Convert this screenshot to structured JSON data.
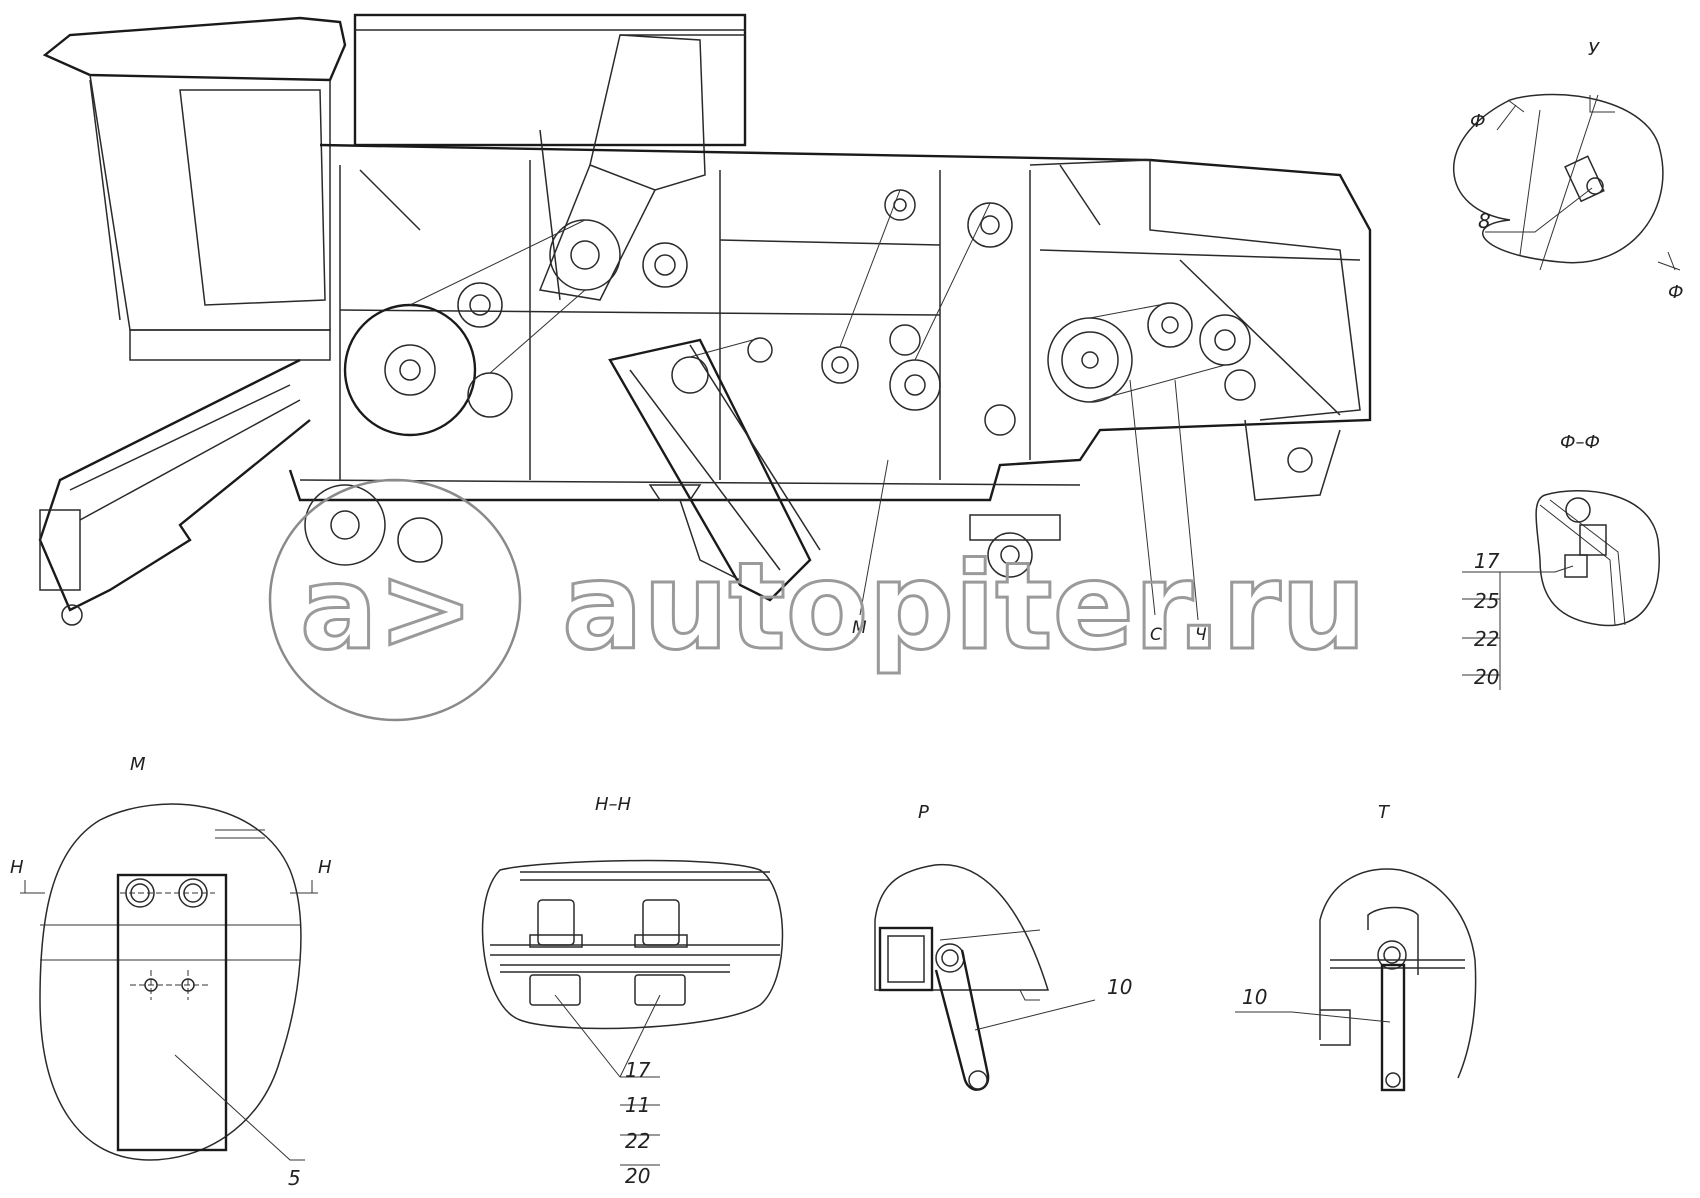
{
  "views": {
    "u": {
      "title": "У",
      "section_mark_a": "Ф",
      "section_mark_b": "Ф",
      "callouts": [
        "8"
      ]
    },
    "ff": {
      "title": "Ф–Ф",
      "callouts": [
        "17",
        "25",
        "22",
        "20"
      ]
    },
    "m": {
      "title": "М",
      "section_mark_a": "Н",
      "section_mark_b": "Н",
      "callouts": [
        "5"
      ]
    },
    "hh": {
      "title": "Н–Н",
      "callouts": [
        "17",
        "11",
        "22",
        "20"
      ]
    },
    "p": {
      "title": "Р",
      "callouts": [
        "10"
      ]
    },
    "t": {
      "title": "Т",
      "callouts": [
        "10"
      ]
    }
  },
  "main_view_markers": [
    "М",
    "С",
    "Ч"
  ],
  "watermark": {
    "logo": "a>",
    "text": "autopiter.ru"
  }
}
